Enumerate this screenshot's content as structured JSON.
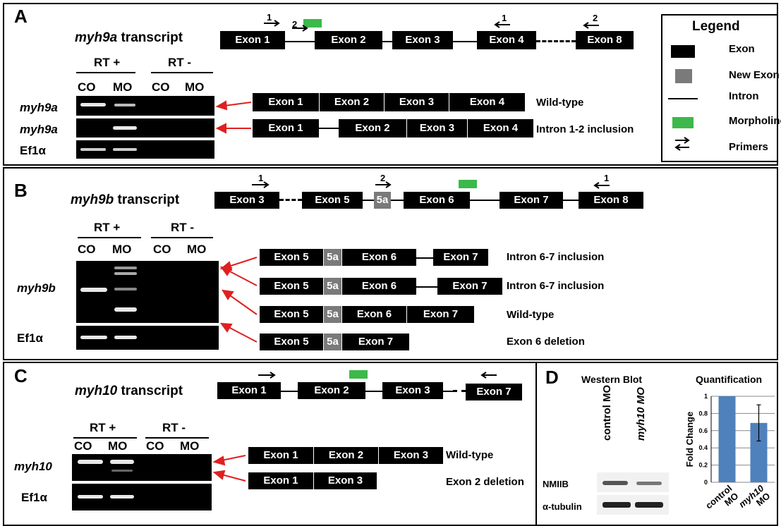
{
  "panelA": {
    "label": "A",
    "title_gene": "myh9a",
    "title_suffix": " transcript",
    "exons": [
      "Exon 1",
      "Exon 2",
      "Exon 3",
      "Exon 4",
      "Exon 8"
    ],
    "primer_labels": [
      "1",
      "2",
      "1",
      "2"
    ],
    "rt_plus": "RT +",
    "rt_minus": "RT -",
    "lanes": [
      "CO",
      "MO",
      "CO",
      "MO"
    ],
    "gel_rows": [
      "myh9a",
      "myh9a",
      "Ef1α"
    ],
    "products": [
      {
        "exons": [
          "Exon 1",
          "Exon 2",
          "Exon 3",
          "Exon 4"
        ],
        "desc": "Wild-type"
      },
      {
        "exons": [
          "Exon 1",
          "Exon 2",
          "Exon 3",
          "Exon 4"
        ],
        "desc": "Intron 1-2 inclusion"
      }
    ]
  },
  "legend": {
    "title": "Legend",
    "items": [
      "Exon",
      "New Exon",
      "Intron",
      "Morpholino",
      "Primers"
    ]
  },
  "panelB": {
    "label": "B",
    "title_gene": "myh9b",
    "title_suffix": " transcript",
    "exons": [
      "Exon 3",
      "Exon 5",
      "5a",
      "Exon 6",
      "Exon 7",
      "Exon 8"
    ],
    "primer_labels": [
      "1",
      "2",
      "1"
    ],
    "rt_plus": "RT +",
    "rt_minus": "RT -",
    "lanes": [
      "CO",
      "MO",
      "CO",
      "MO"
    ],
    "gel_rows": [
      "myh9b",
      "Ef1α"
    ],
    "products": [
      {
        "exons": [
          "Exon 5",
          "5a",
          "Exon 6",
          "Exon 7"
        ],
        "desc": "Intron 6-7 inclusion"
      },
      {
        "exons": [
          "Exon 5",
          "5a",
          "Exon 6",
          "Exon 7"
        ],
        "desc": "Intron 6-7 inclusion"
      },
      {
        "exons": [
          "Exon 5",
          "5a",
          "Exon 6",
          "Exon 7"
        ],
        "desc": "Wild-type"
      },
      {
        "exons": [
          "Exon 5",
          "5a",
          "Exon 7"
        ],
        "desc": "Exon 6 deletion"
      }
    ]
  },
  "panelC": {
    "label": "C",
    "title_gene": "myh10",
    "title_suffix": " transcript",
    "exons": [
      "Exon 1",
      "Exon 2",
      "Exon 3",
      "Exon 7"
    ],
    "rt_plus": "RT +",
    "rt_minus": "RT -",
    "lanes": [
      "CO",
      "MO",
      "CO",
      "MO"
    ],
    "gel_rows": [
      "myh10",
      "Ef1α"
    ],
    "products": [
      {
        "exons": [
          "Exon 1",
          "Exon 2",
          "Exon 3"
        ],
        "desc": "Wild-type"
      },
      {
        "exons": [
          "Exon 1",
          "Exon 3"
        ],
        "desc": "Exon 2 deletion"
      }
    ]
  },
  "panelD": {
    "label": "D",
    "western_title": "Western Blot",
    "quant_title": "Quantification",
    "lanes": [
      "control MO",
      "myh10 MO"
    ],
    "blot_rows": [
      "NMIIB",
      "α-tubulin"
    ]
  },
  "chart_data": {
    "type": "bar",
    "title": "Quantification",
    "categories": [
      "control MO",
      "myh10 MO"
    ],
    "values": [
      1.0,
      0.69
    ],
    "error": [
      0,
      0.21
    ],
    "ylabel": "Fold Change",
    "ylim": [
      0,
      1
    ],
    "yticks": [
      "0",
      "0.2",
      "0.4",
      "0.6",
      "0.8",
      "1"
    ],
    "bar_color": "#4f81bd",
    "grid": true
  },
  "colors": {
    "morpholino": "#3cb94a",
    "new_exon": "#7a7a7a",
    "arrow": "#e02020",
    "bar": "#4f81bd"
  }
}
